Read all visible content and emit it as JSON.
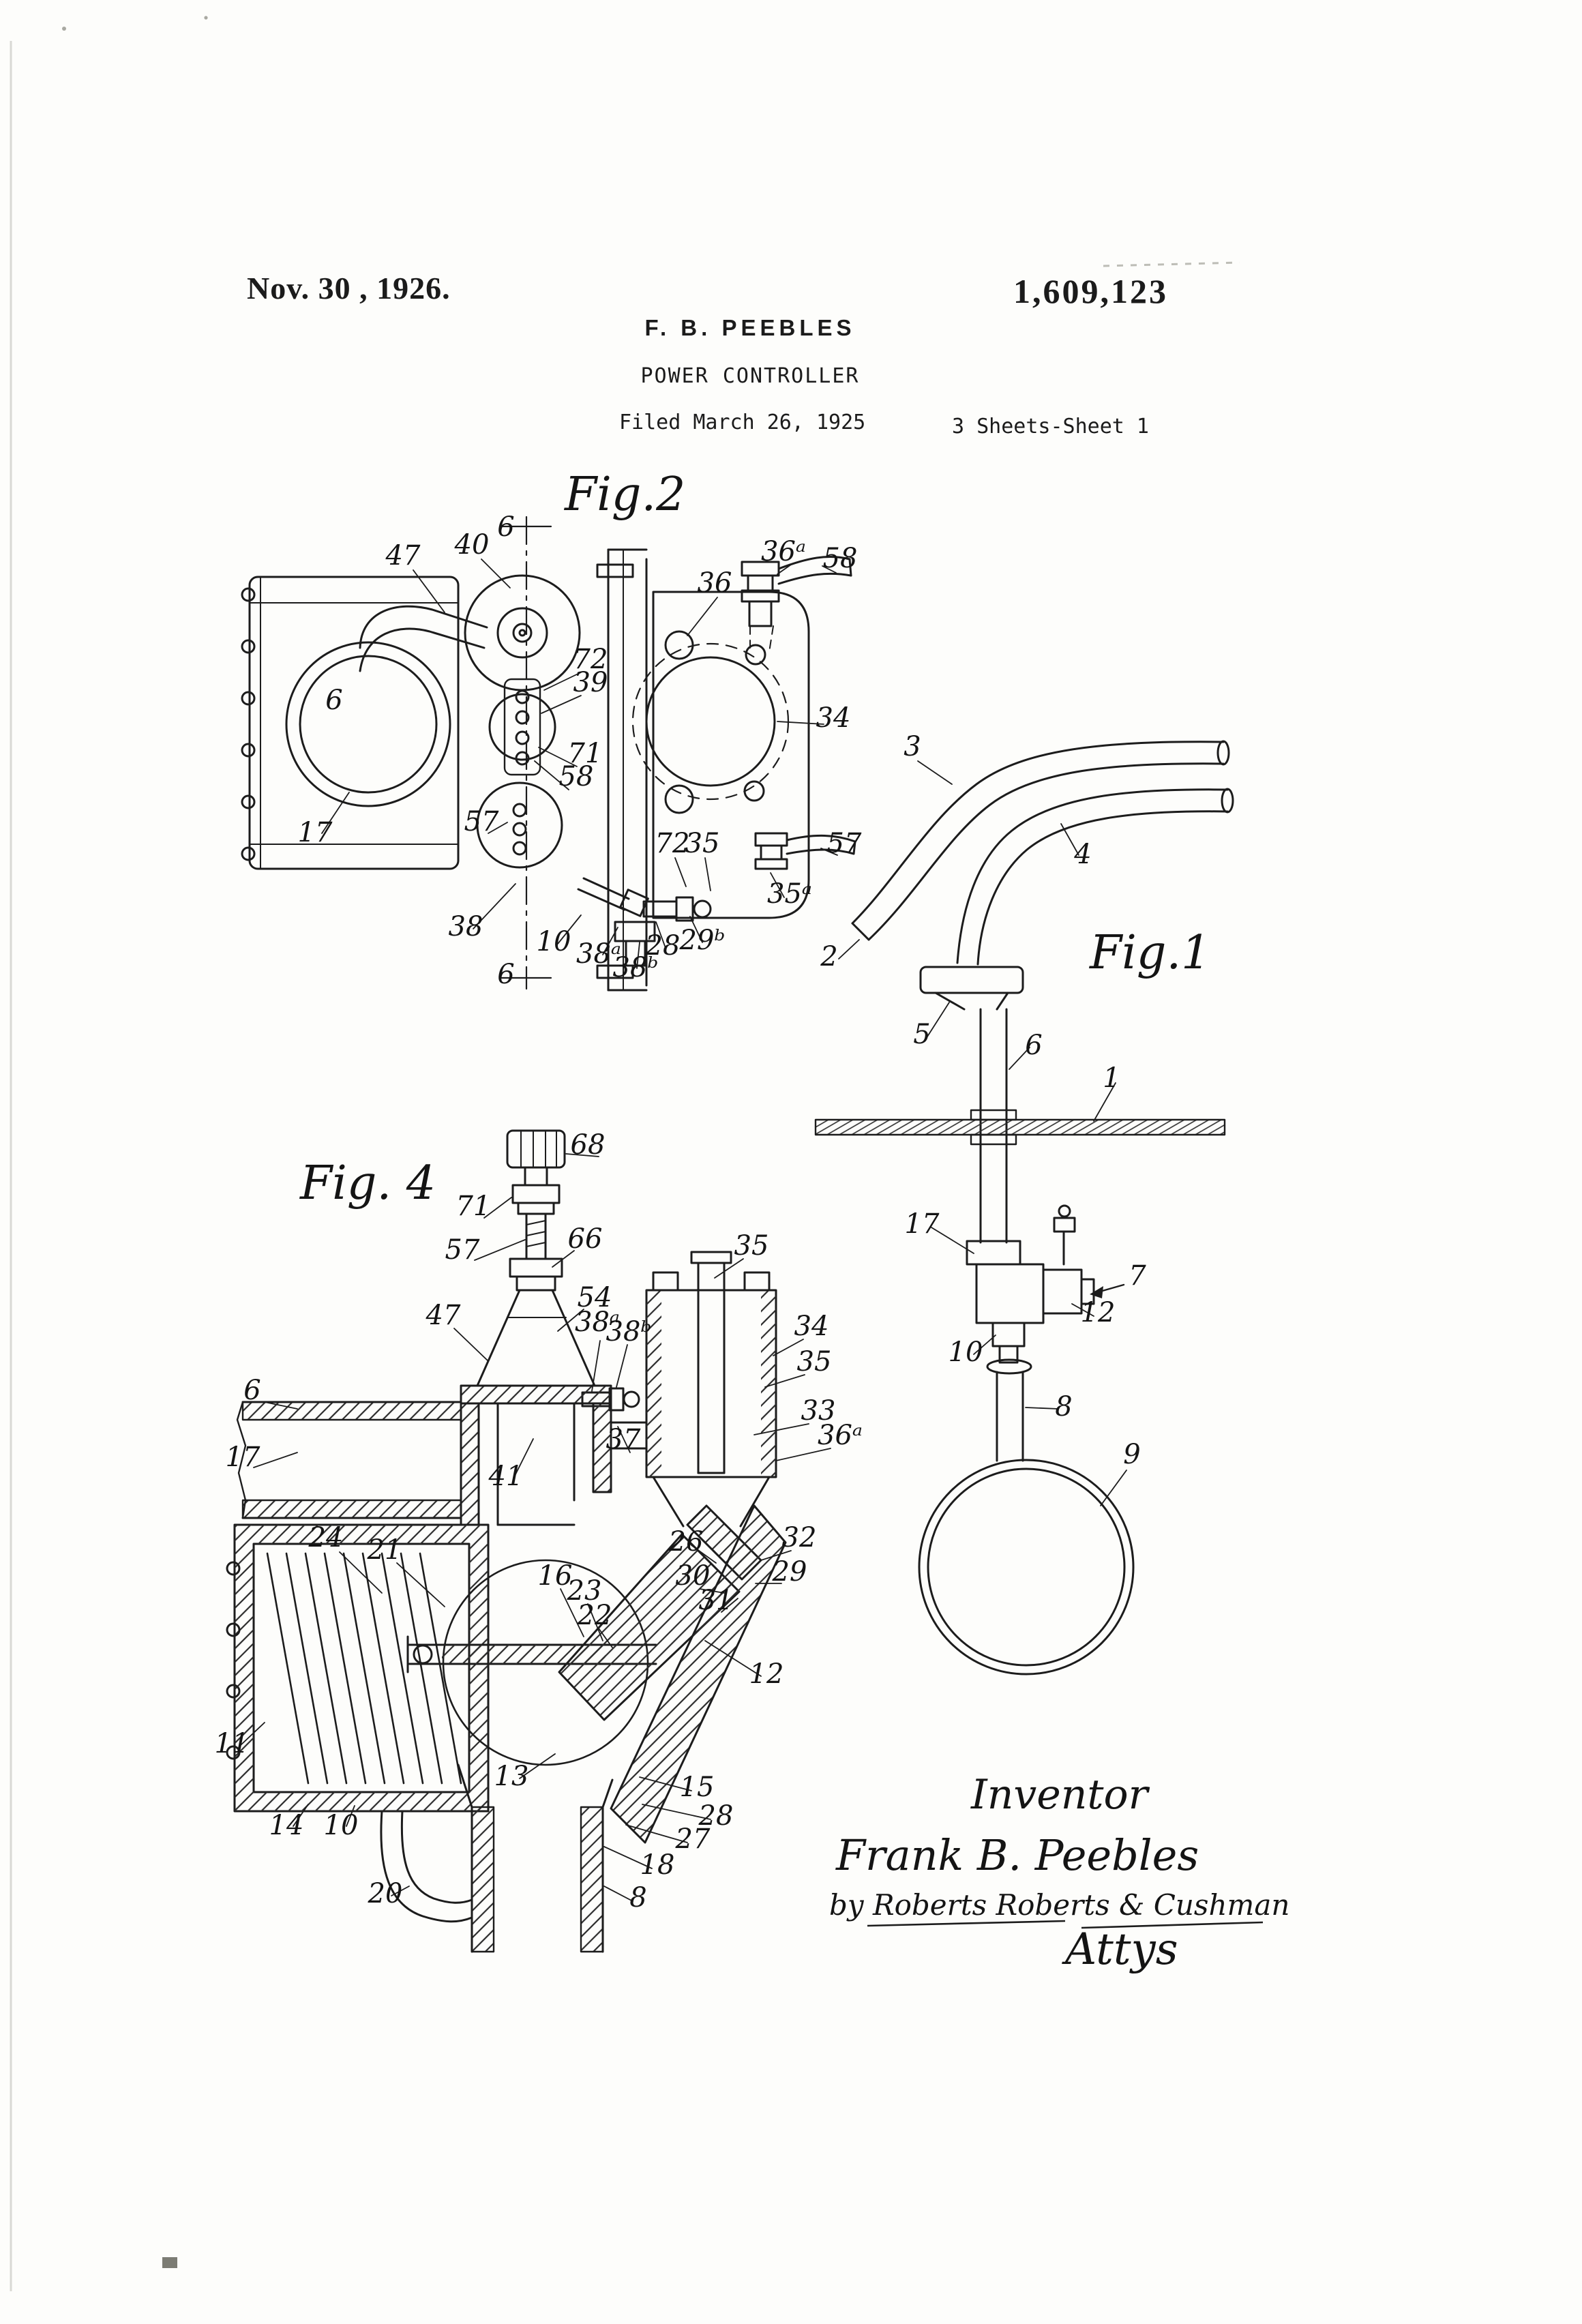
{
  "header": {
    "date": "Nov. 30 , 1926.",
    "patent_number": "1,609,123",
    "applicant": "F. B. PEEBLES",
    "title": "POWER CONTROLLER",
    "filed": "Filed March 26, 1925",
    "sheet": "3 Sheets-Sheet 1"
  },
  "figures": {
    "fig2": {
      "label": "Fig.2",
      "refs": [
        "47",
        "40",
        "6",
        "36ᵃ",
        "58",
        "36",
        "72",
        "39",
        "71",
        "58",
        "6",
        "17",
        "57",
        "38",
        "10",
        "38ᵃ",
        "6",
        "38ᵇ",
        "28",
        "29ᵇ",
        "72",
        "35",
        "35ᵃ",
        "57",
        "34"
      ]
    },
    "fig1": {
      "label": "Fig.1",
      "refs": [
        "3",
        "4",
        "2",
        "5",
        "6",
        "1",
        "17",
        "7",
        "12",
        "10",
        "8",
        "9"
      ]
    },
    "fig4": {
      "label": "Fig. 4",
      "refs": [
        "68",
        "71",
        "57",
        "66",
        "54",
        "47",
        "38ᵃ",
        "38ᵇ",
        "6",
        "17",
        "24",
        "21",
        "41",
        "37",
        "35",
        "34",
        "35",
        "33",
        "36ᵃ",
        "26",
        "32",
        "30",
        "29",
        "31",
        "16",
        "23",
        "22",
        "12",
        "11",
        "13",
        "14",
        "10",
        "20",
        "15",
        "28",
        "27",
        "18",
        "8"
      ]
    }
  },
  "signature": {
    "inventor_heading": "Inventor",
    "inventor_name": "Frank B. Peebles",
    "by_line": "by Roberts Roberts & Cushman",
    "attorneys": "Attys"
  },
  "ink": "#1c1c1c"
}
